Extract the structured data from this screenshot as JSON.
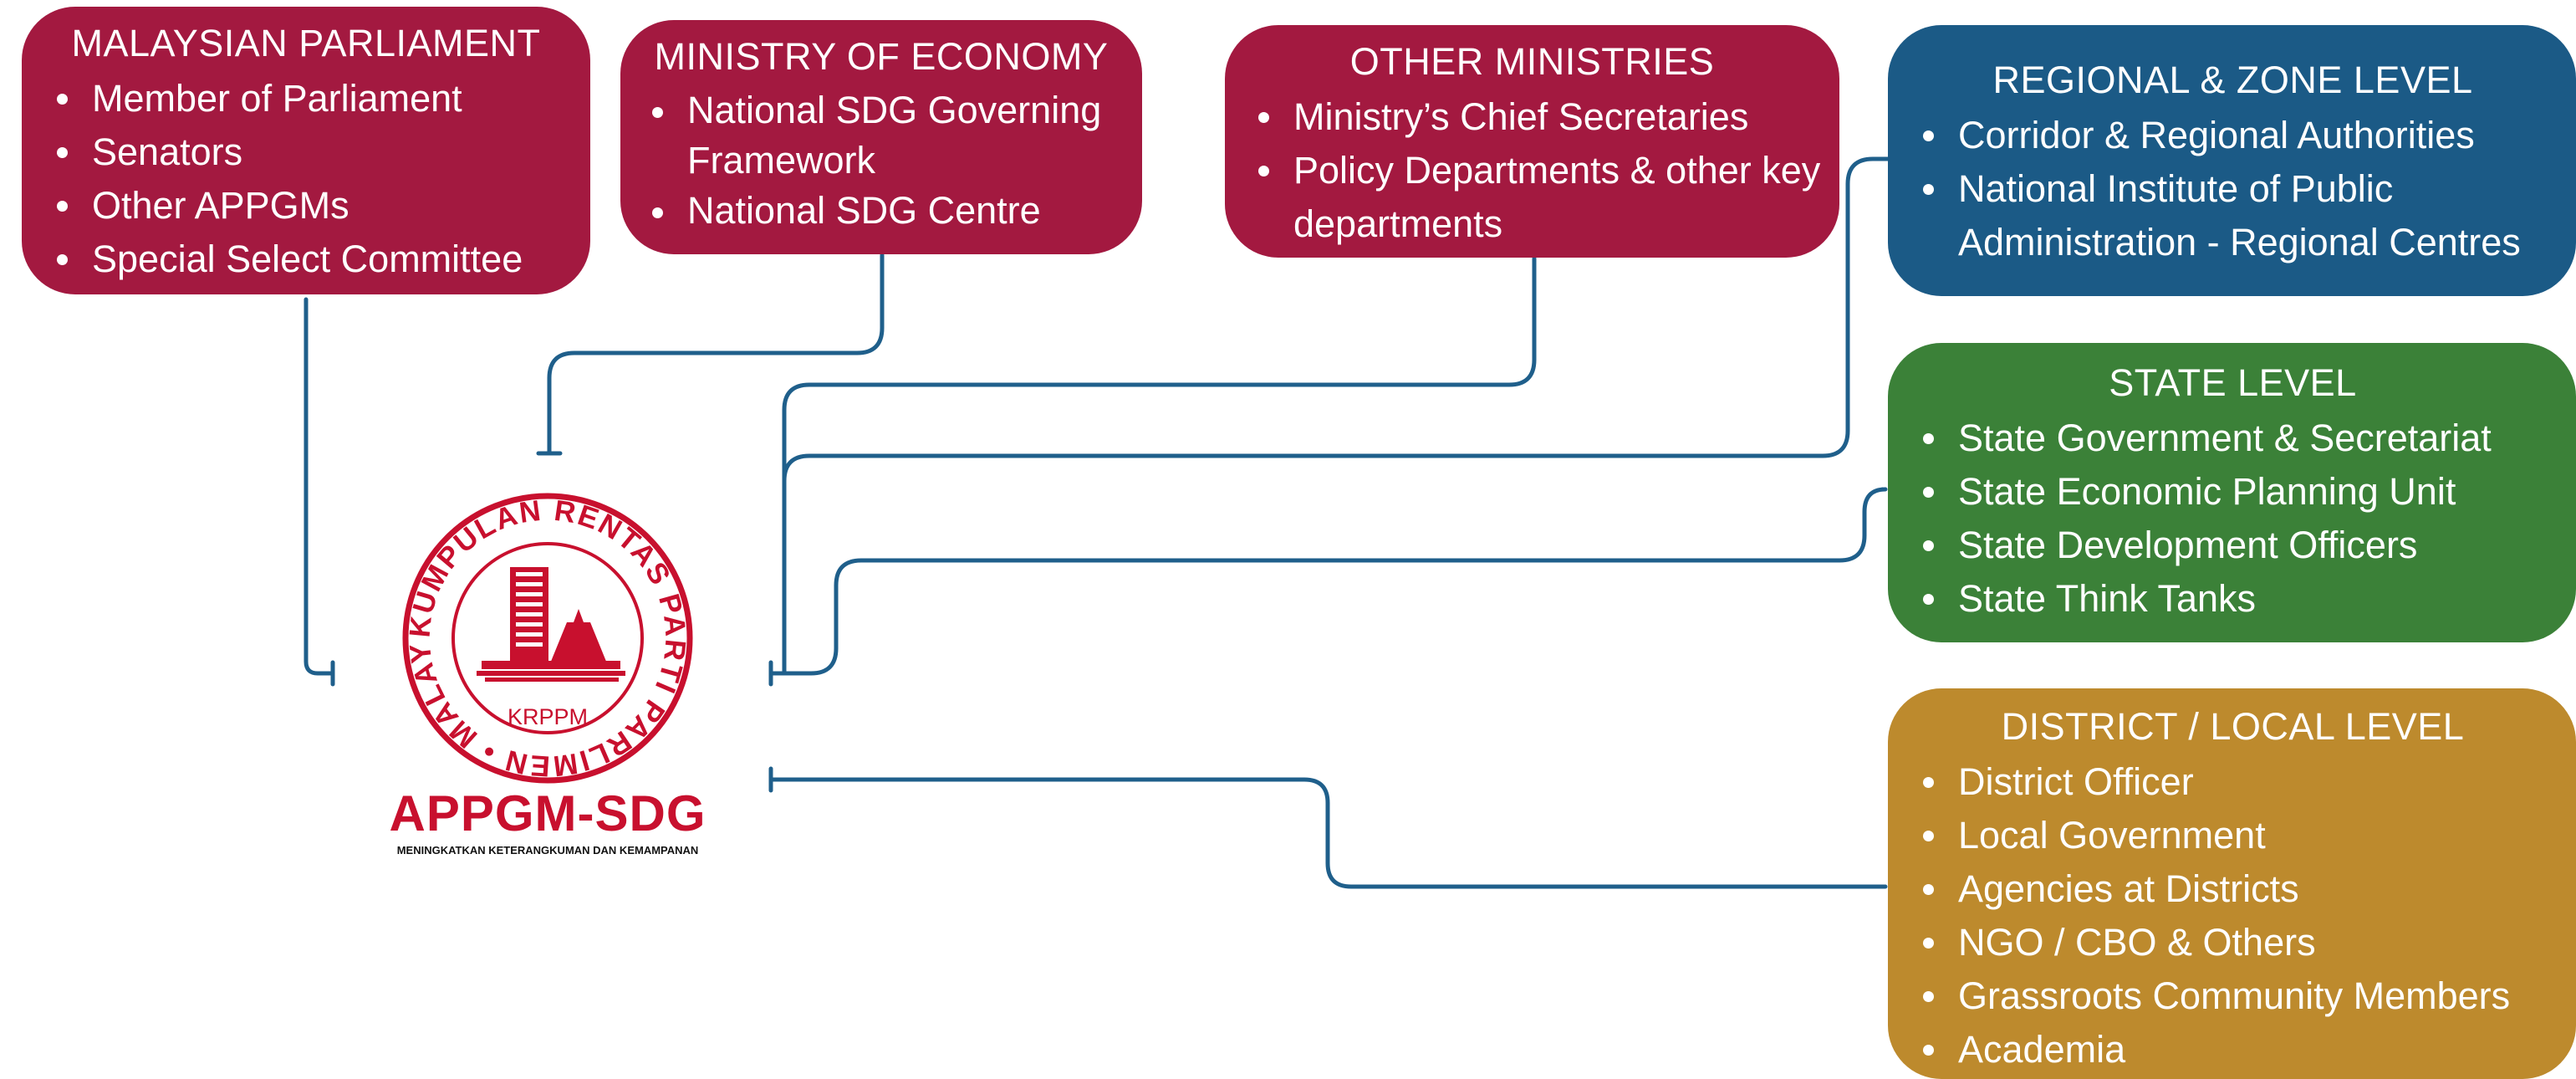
{
  "colors": {
    "maroon": "#a31940",
    "blue": "#1b5a86",
    "green": "#3b8138",
    "gold": "#bd8a2d",
    "connector": "#1f5f8b",
    "logo_red": "#c8102e"
  },
  "boxes": {
    "malaysian_parliament": {
      "title": "MALAYSIAN PARLIAMENT",
      "items": [
        "Member of Parliament",
        "Senators",
        "Other APPGMs",
        "Special Select Committee"
      ]
    },
    "ministry_of_economy": {
      "title": "MINISTRY OF ECONOMY",
      "items": [
        "National SDG Governing Framework",
        "National SDG Centre"
      ]
    },
    "other_ministries": {
      "title": "OTHER MINISTRIES",
      "items": [
        "Ministry’s Chief Secretaries",
        "Policy Departments & other key departments"
      ]
    },
    "regional_zone_level": {
      "title": "REGIONAL & ZONE LEVEL",
      "items": [
        "Corridor & Regional Authorities",
        "National Institute of Public Administration - Regional Centres"
      ]
    },
    "state_level": {
      "title": "STATE LEVEL",
      "items": [
        "State Government & Secretariat",
        "State Economic Planning Unit",
        "State Development Officers",
        "State Think Tanks"
      ]
    },
    "district_local_level": {
      "title": "DISTRICT / LOCAL LEVEL",
      "items": [
        "District Officer",
        "Local Government",
        "Agencies at Districts",
        "NGO / CBO & Others",
        "Grassroots Community Members",
        "Academia"
      ]
    }
  },
  "logo": {
    "ring_text": "KUMPULAN RENTAS PARTI PARLIMEN • MALAYSIA •",
    "inner_label": "KRPPM",
    "name": "APPGM-SDG",
    "tagline": "MENINGKATKAN KETERANGKUMAN DAN KEMAMPANAN",
    "icon": "parliament-building-icon"
  }
}
